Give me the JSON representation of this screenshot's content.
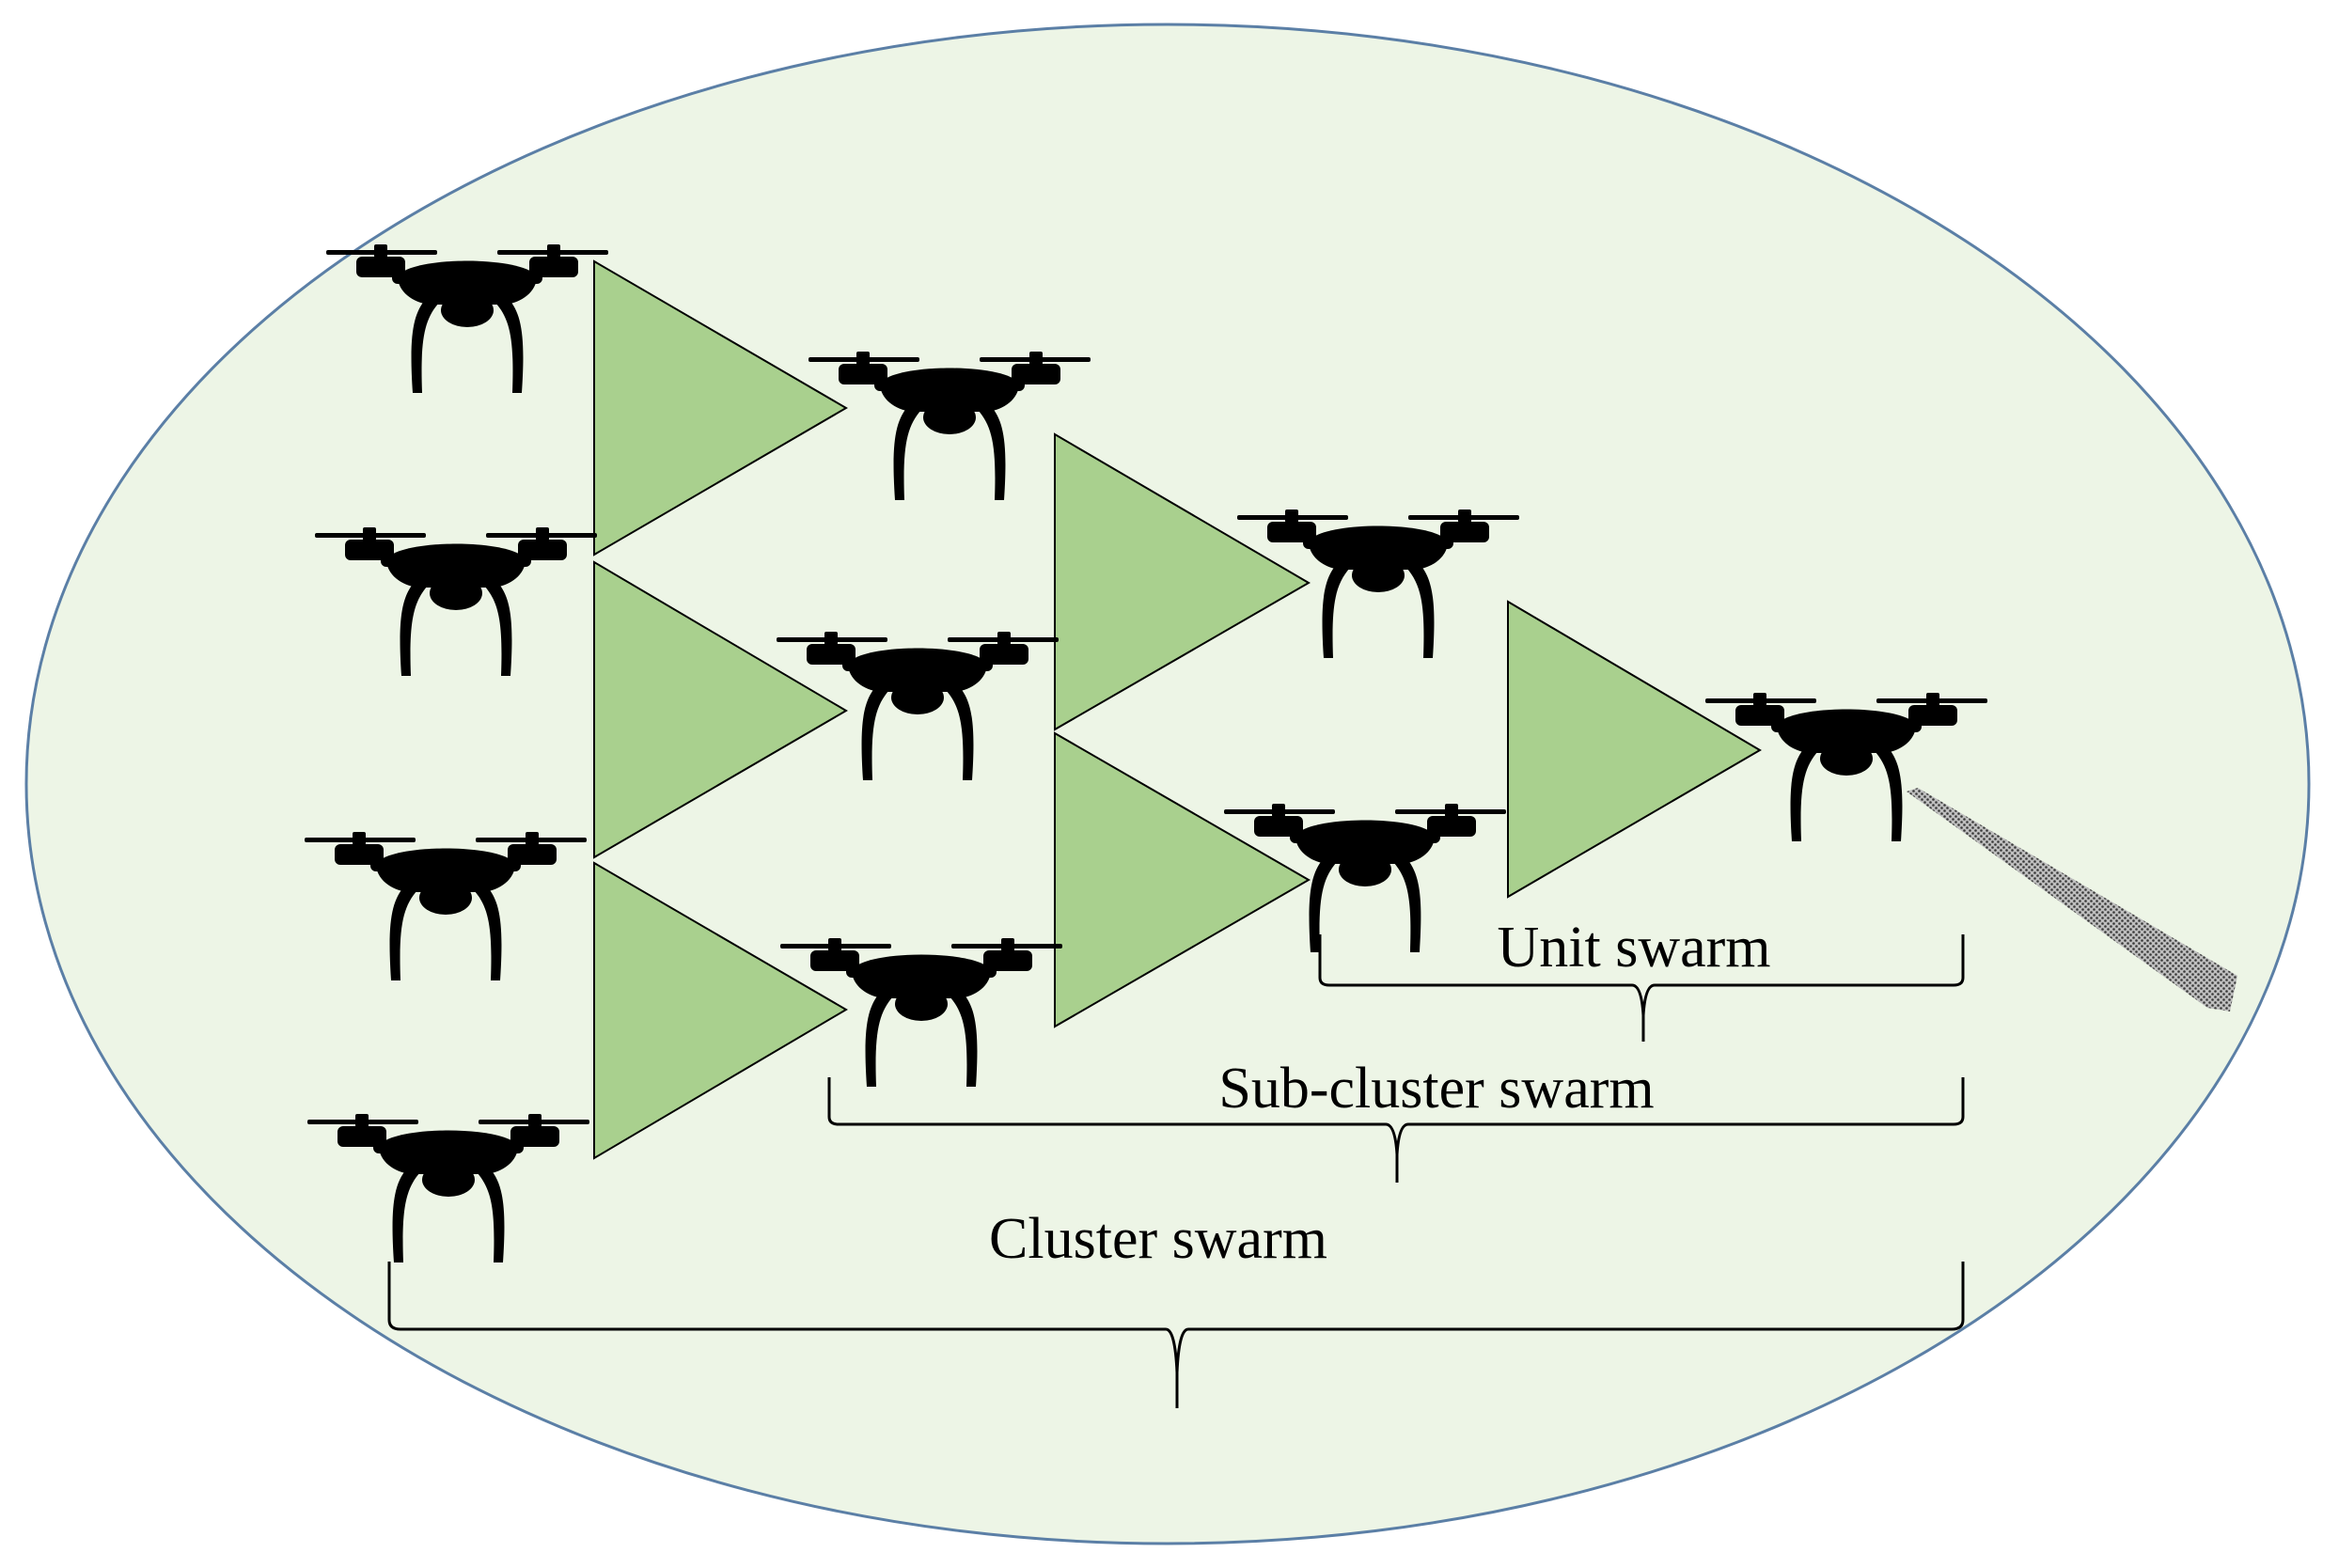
{
  "diagram": {
    "labels": {
      "unit_swarm": "Unit swarm",
      "sub_cluster_swarm": "Sub-cluster swarm",
      "cluster_swarm": "Cluster swarm"
    },
    "colors": {
      "background_fill": "#edf5e6",
      "ellipse_stroke": "#5b7fa6",
      "triangle_fill": "#a9d08e",
      "triangle_stroke": "#000000",
      "drone": "#000000",
      "brace": "#000000",
      "beam": "#555555"
    },
    "icon": "drone-icon",
    "drone_count": 10,
    "triangle_count": 6
  }
}
